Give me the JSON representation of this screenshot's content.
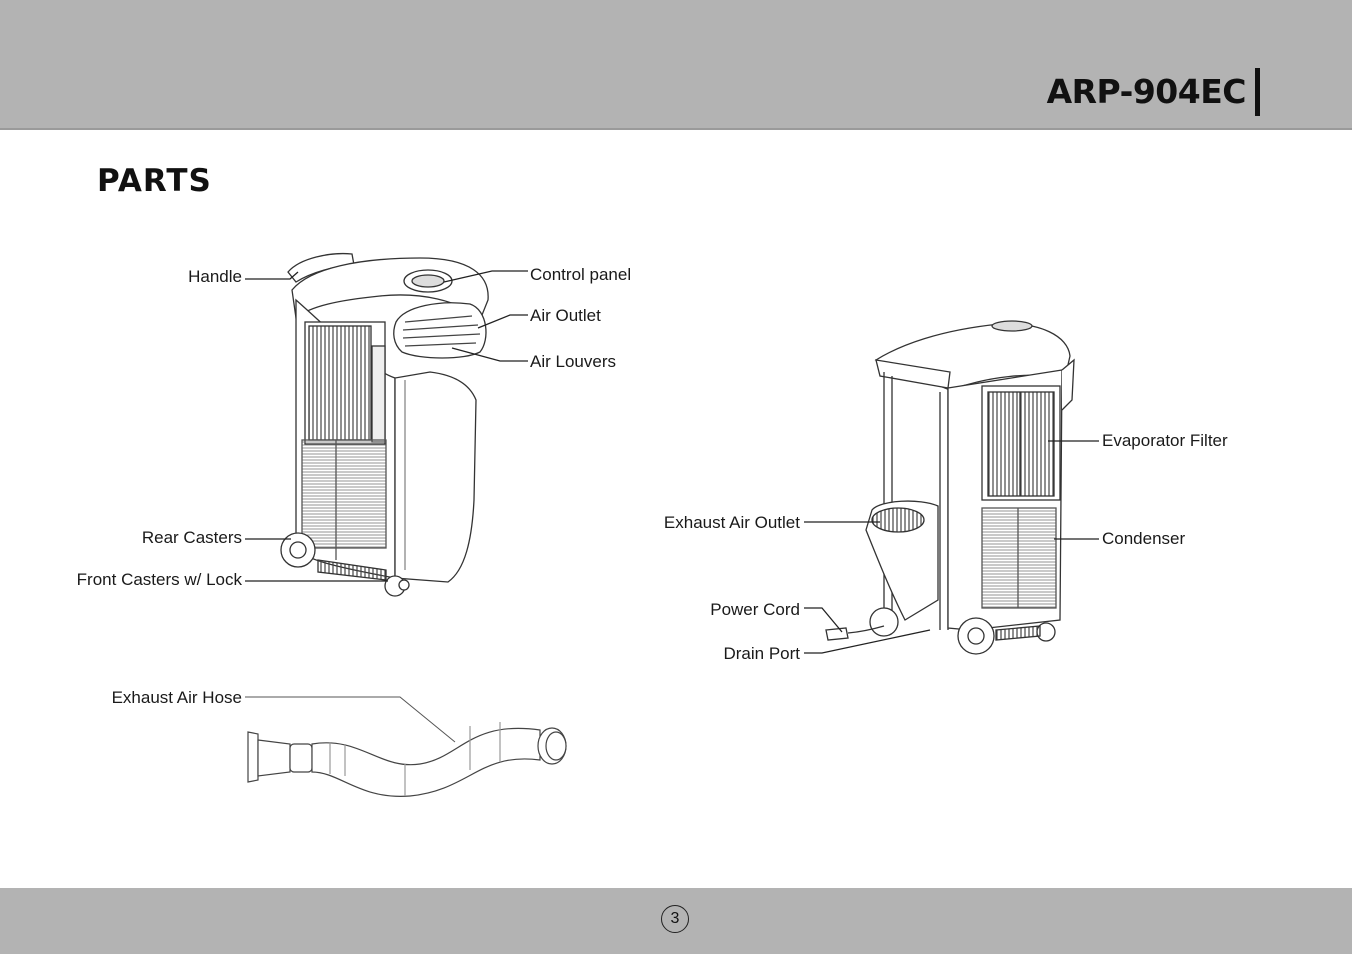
{
  "header": {
    "model": "ARP-904EC"
  },
  "section": {
    "title": "PARTS"
  },
  "unit_front": {
    "labels": {
      "handle": "Handle",
      "control_panel": "Control panel",
      "air_outlet": "Air Outlet",
      "air_louvers": "Air Louvers",
      "rear_casters": "Rear Casters",
      "front_casters": "Front Casters w/ Lock"
    }
  },
  "unit_rear": {
    "labels": {
      "evaporator_filter": "Evaporator Filter",
      "exhaust_air_outlet": "Exhaust Air Outlet",
      "condenser": "Condenser",
      "power_cord": "Power Cord",
      "drain_port": "Drain Port"
    }
  },
  "hose": {
    "label": "Exhaust Air Hose"
  },
  "footer": {
    "page_number": "3"
  }
}
